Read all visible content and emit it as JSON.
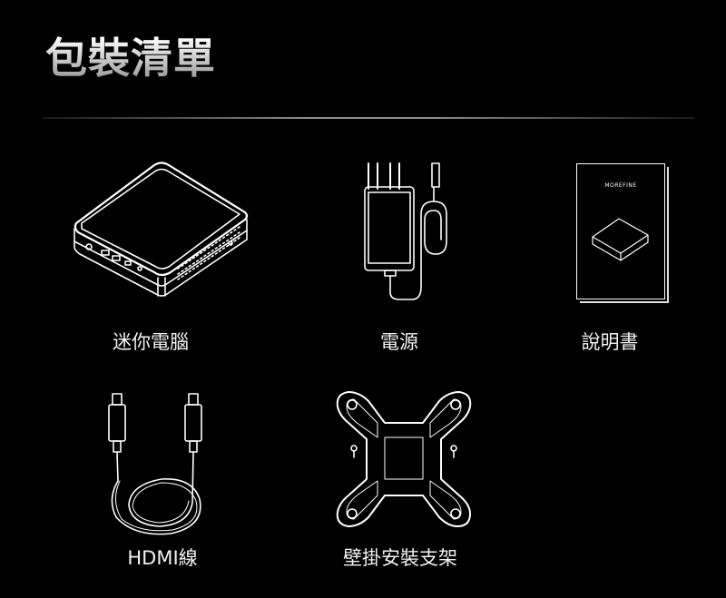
{
  "title": "包裝清單",
  "items": [
    {
      "label": "迷你電腦",
      "icon": "mini-pc-icon"
    },
    {
      "label": "電源",
      "icon": "power-adapter-icon"
    },
    {
      "label": "說明書",
      "icon": "manual-icon"
    },
    {
      "label": "HDMI線",
      "icon": "hdmi-cable-icon"
    },
    {
      "label": "壁掛安裝支架",
      "icon": "vesa-mount-icon"
    }
  ],
  "manual_brand": "MOREFINE"
}
